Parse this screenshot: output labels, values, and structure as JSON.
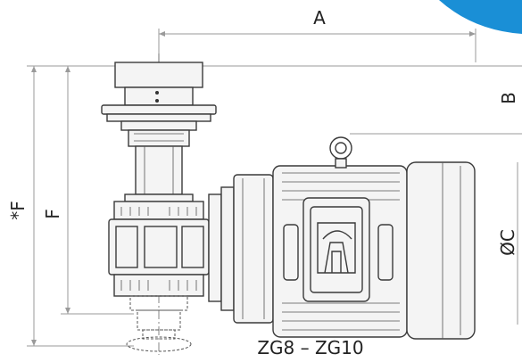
{
  "drawing": {
    "dimension_labels": {
      "a": "A",
      "b": "B",
      "c": "ØC",
      "f": "F",
      "f_star": "*F"
    },
    "model_label": "ZG8 – ZG10",
    "accent_color": "#1a8fd6"
  }
}
